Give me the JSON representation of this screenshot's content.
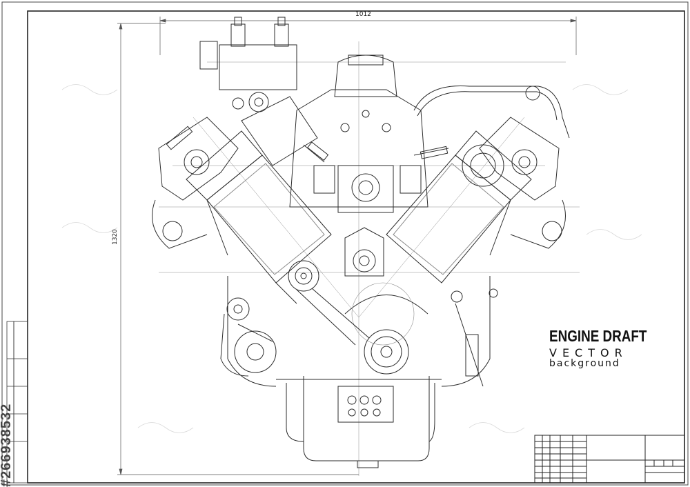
{
  "drawing": {
    "title": "ENGINE DRAFT",
    "subtitle": "VECTOR",
    "caption": "background",
    "dim_width": "1012",
    "dim_height": "1320",
    "stock_id": "#266938532"
  },
  "colors": {
    "line": "#2b2b2b",
    "light_line": "#8c8c8c",
    "paper": "#ffffff"
  }
}
